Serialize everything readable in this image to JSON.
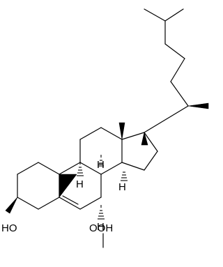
{
  "labels": {
    "ho": "HO",
    "ooh": "OOH",
    "h8": "H",
    "h9": "H",
    "h14": "H",
    "h7": "H"
  }
}
